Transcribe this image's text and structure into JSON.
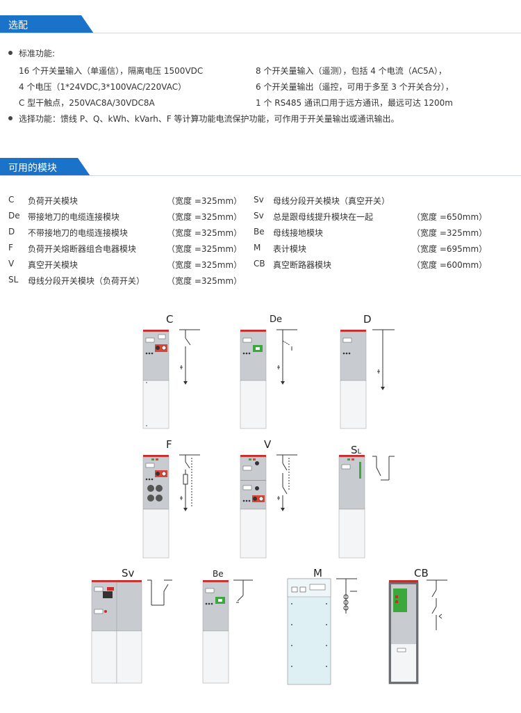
{
  "sections": {
    "options_title": "选配",
    "modules_title": "可用的模块"
  },
  "standard": {
    "title": "标准功能:",
    "left": [
      "16 个开关量输入（单遥信），隔离电压 1500VDC",
      "4 个电压（1*24VDC,3*100VAC/220VAC）",
      "C 型干触点，250VAC8A/30VDC8A"
    ],
    "right": [
      "8 个开关量输入（遥测），包括 4 个电流（AC5A），",
      "6 个开关量输出（遥控，可用于多至 3 个开关合分），",
      "1 个 RS485 通讯口用于远方通讯，最远可达 1200m"
    ]
  },
  "optional": "选择功能：馈线 P、Q、kWh、kVarh、F 等计算功能电流保护功能，可作用于开关量输出或通讯输出。",
  "modules_left": [
    {
      "code": "C",
      "name": "负荷开关模块",
      "width": "（宽度 =325mm）"
    },
    {
      "code": "De",
      "name": "带接地刀的电缆连接模块",
      "width": "（宽度 =325mm）"
    },
    {
      "code": "D",
      "name": "不带接地刀的电缆连接模块",
      "width": "（宽度 =325mm）"
    },
    {
      "code": "F",
      "name": "负荷开关熔断器组合电器模块",
      "width": "（宽度 =325mm）"
    },
    {
      "code": "V",
      "name": "真空开关模块",
      "width": "（宽度 =325mm）"
    },
    {
      "code": "SL",
      "name": "母线分段开关模块（负荷开关）",
      "width": "（宽度 =325mm）"
    }
  ],
  "modules_right": [
    {
      "code": "Sv",
      "name": "母线分段开关模块（真空开关）",
      "width": ""
    },
    {
      "code": "Sv",
      "name": "总是跟母线提升模块在一起",
      "width": "（宽度 =650mm）"
    },
    {
      "code": "Be",
      "name": "母线接地模块",
      "width": "（宽度 =325mm）"
    },
    {
      "code": "M",
      "name": "表计模块",
      "width": "（宽度 =695mm）"
    },
    {
      "code": "CB",
      "name": "真空断路器模块",
      "width": "（宽度 =600mm）"
    }
  ],
  "diagram_labels": {
    "c": "C",
    "de": "De",
    "d": "D",
    "f": "F",
    "v": "V",
    "sl": "S",
    "sl_sub": "L",
    "sv": "Sv",
    "be": "Be",
    "m": "M",
    "cb": "CB"
  },
  "colors": {
    "accent": "#1a73c8",
    "panel_top": "#cc2b2b",
    "panel_body": "#c8ccd0",
    "panel_lower": "#dcdfe2",
    "metering": "#dff0f5",
    "cb_panel": "#6e7276",
    "green": "#3aa83a"
  }
}
